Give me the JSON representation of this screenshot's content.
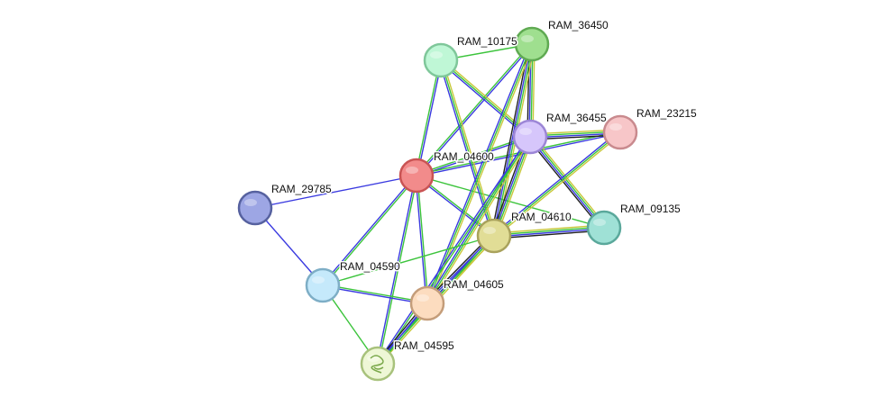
{
  "network": {
    "nodes": [
      {
        "id": "RAM_36450",
        "label": "RAM_36450",
        "fill": "#9fdf8f",
        "stroke": "#5faa52"
      },
      {
        "id": "RAM_10175",
        "label": "RAM_10175",
        "fill": "#bff7d6",
        "stroke": "#7fc79a"
      },
      {
        "id": "RAM_36455",
        "label": "RAM_36455",
        "fill": "#d6c6fb",
        "stroke": "#9c86d6"
      },
      {
        "id": "RAM_23215",
        "label": "RAM_23215",
        "fill": "#f7c6c8",
        "stroke": "#c98a8e"
      },
      {
        "id": "RAM_04600",
        "label": "RAM_04600",
        "fill": "#f28b8b",
        "stroke": "#c95454"
      },
      {
        "id": "RAM_29785",
        "label": "RAM_29785",
        "fill": "#9da6e4",
        "stroke": "#56619f"
      },
      {
        "id": "RAM_04610",
        "label": "RAM_04610",
        "fill": "#e1dd96",
        "stroke": "#a9a25c"
      },
      {
        "id": "RAM_09135",
        "label": "RAM_09135",
        "fill": "#9fe1d6",
        "stroke": "#5aa89b"
      },
      {
        "id": "RAM_04590",
        "label": "RAM_04590",
        "fill": "#c5e9fb",
        "stroke": "#7eaec6"
      },
      {
        "id": "RAM_04605",
        "label": "RAM_04605",
        "fill": "#fcdcbf",
        "stroke": "#c49d7a"
      },
      {
        "id": "RAM_04595",
        "label": "RAM_04595",
        "fill": "#eef7d6",
        "stroke": "#a8c27c"
      }
    ],
    "edges": [
      {
        "source": "RAM_04600",
        "target": "RAM_29785",
        "colors": [
          "#3a3ae0"
        ]
      },
      {
        "source": "RAM_29785",
        "target": "RAM_04590",
        "colors": [
          "#3a3ae0"
        ]
      },
      {
        "source": "RAM_04600",
        "target": "RAM_10175",
        "colors": [
          "#3cc43c",
          "#3a3ae0"
        ]
      },
      {
        "source": "RAM_04600",
        "target": "RAM_36450",
        "colors": [
          "#3cc43c",
          "#3a3ae0"
        ]
      },
      {
        "source": "RAM_04600",
        "target": "RAM_36455",
        "colors": [
          "#3cc43c",
          "#3a3ae0"
        ]
      },
      {
        "source": "RAM_04600",
        "target": "RAM_23215",
        "colors": [
          "#3cc43c",
          "#3a3ae0"
        ]
      },
      {
        "source": "RAM_04600",
        "target": "RAM_04610",
        "colors": [
          "#3cc43c",
          "#3a3ae0"
        ]
      },
      {
        "source": "RAM_04600",
        "target": "RAM_09135",
        "colors": [
          "#3cc43c"
        ]
      },
      {
        "source": "RAM_04600",
        "target": "RAM_04590",
        "colors": [
          "#3cc43c",
          "#3a3ae0"
        ]
      },
      {
        "source": "RAM_04600",
        "target": "RAM_04605",
        "colors": [
          "#3cc43c",
          "#3a3ae0"
        ]
      },
      {
        "source": "RAM_04600",
        "target": "RAM_04595",
        "colors": [
          "#3cc43c",
          "#3a3ae0"
        ]
      },
      {
        "source": "RAM_10175",
        "target": "RAM_36455",
        "colors": [
          "#c8c83a",
          "#3cc43c",
          "#3a3ae0"
        ]
      },
      {
        "source": "RAM_10175",
        "target": "RAM_04610",
        "colors": [
          "#c8c83a",
          "#3cc43c",
          "#3a3ae0"
        ]
      },
      {
        "source": "RAM_10175",
        "target": "RAM_36450",
        "colors": [
          "#3cc43c"
        ]
      },
      {
        "source": "RAM_36450",
        "target": "RAM_36455",
        "colors": [
          "#c8c83a",
          "#3cc43c",
          "#3a3ae0",
          "#202020"
        ]
      },
      {
        "source": "RAM_36450",
        "target": "RAM_04610",
        "colors": [
          "#c8c83a",
          "#3cc43c",
          "#3a3ae0",
          "#202020"
        ]
      },
      {
        "source": "RAM_36450",
        "target": "RAM_04605",
        "colors": [
          "#c8c83a",
          "#3cc43c",
          "#3a3ae0"
        ]
      },
      {
        "source": "RAM_36455",
        "target": "RAM_23215",
        "colors": [
          "#c8c83a",
          "#3cc43c",
          "#3a3ae0",
          "#202020"
        ]
      },
      {
        "source": "RAM_36455",
        "target": "RAM_04610",
        "colors": [
          "#c8c83a",
          "#3cc43c",
          "#3a3ae0",
          "#202020"
        ]
      },
      {
        "source": "RAM_36455",
        "target": "RAM_09135",
        "colors": [
          "#c8c83a",
          "#3cc43c",
          "#3a3ae0",
          "#202020"
        ]
      },
      {
        "source": "RAM_36455",
        "target": "RAM_04605",
        "colors": [
          "#c8c83a",
          "#3cc43c",
          "#3a3ae0"
        ]
      },
      {
        "source": "RAM_36455",
        "target": "RAM_04595",
        "colors": [
          "#3cc43c",
          "#3a3ae0"
        ]
      },
      {
        "source": "RAM_23215",
        "target": "RAM_04610",
        "colors": [
          "#c8c83a",
          "#3cc43c",
          "#3a3ae0"
        ]
      },
      {
        "source": "RAM_04610",
        "target": "RAM_09135",
        "colors": [
          "#c8c83a",
          "#3cc43c",
          "#3a3ae0",
          "#202020"
        ]
      },
      {
        "source": "RAM_04610",
        "target": "RAM_04605",
        "colors": [
          "#c8c83a",
          "#3cc43c",
          "#3a3ae0",
          "#202020"
        ]
      },
      {
        "source": "RAM_04610",
        "target": "RAM_04590",
        "colors": [
          "#3cc43c"
        ]
      },
      {
        "source": "RAM_04610",
        "target": "RAM_04595",
        "colors": [
          "#c8c83a",
          "#3cc43c",
          "#3a3ae0"
        ]
      },
      {
        "source": "RAM_04590",
        "target": "RAM_04605",
        "colors": [
          "#3cc43c",
          "#3a3ae0"
        ]
      },
      {
        "source": "RAM_04590",
        "target": "RAM_04595",
        "colors": [
          "#3cc43c"
        ]
      },
      {
        "source": "RAM_04605",
        "target": "RAM_04595",
        "colors": [
          "#3cc43c",
          "#3a3ae0",
          "#202020"
        ]
      }
    ]
  }
}
